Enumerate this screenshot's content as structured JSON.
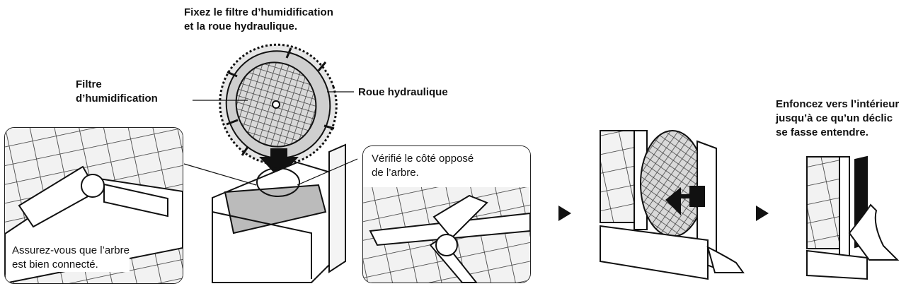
{
  "step_title": {
    "line1": "Fixez le filtre d’humidification",
    "line2": "et la roue hydraulique."
  },
  "label_filter": {
    "line1": "Filtre",
    "line2": "d’humidification"
  },
  "label_wheel": "Roue hydraulique",
  "callout_left": {
    "line1": "Assurez-vous que l’arbre",
    "line2": "est bien connecté."
  },
  "callout_right": {
    "line1": "Vérifié le côté opposé",
    "line2": "de l’arbre."
  },
  "push_note": {
    "line1": "Enfoncez vers l’intérieur",
    "line2": "jusqu’à ce qu’un déclic",
    "line3": "se fasse entendre."
  }
}
